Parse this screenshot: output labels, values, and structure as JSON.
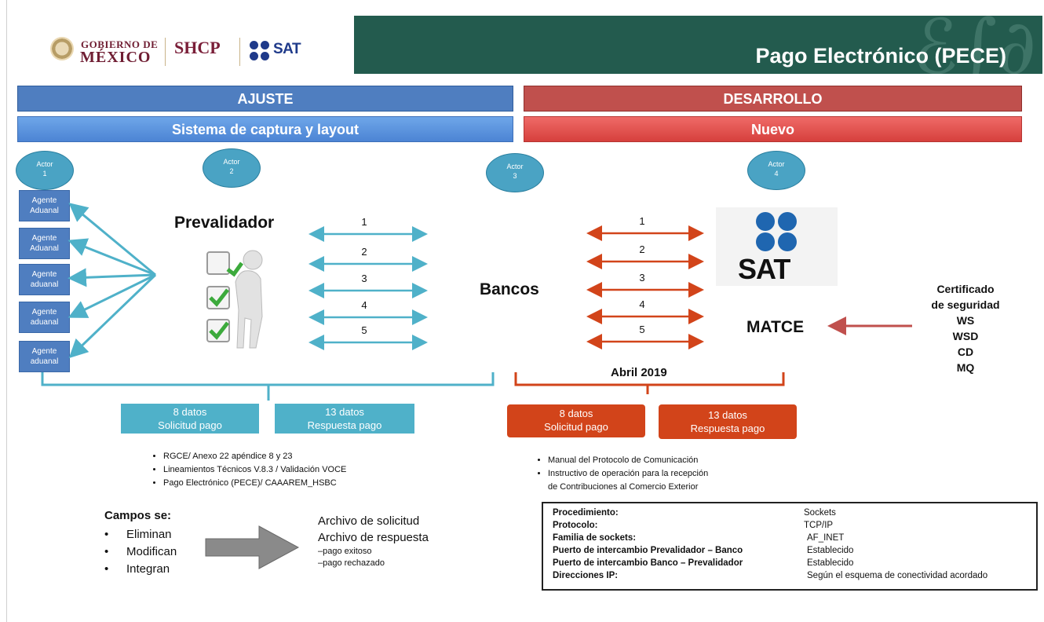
{
  "header": {
    "gob_line1": "GOBIERNO DE",
    "gob_line2": "MÉXICO",
    "shcp": "SHCP",
    "sat": "SAT",
    "title": "Pago Electrónico (PECE)"
  },
  "bars": {
    "ajuste": "AJUSTE",
    "sistema": "Sistema de captura y layout",
    "desarrollo": "DESARROLLO",
    "nuevo": "Nuevo"
  },
  "actors": [
    {
      "label": "Actor",
      "num": "1"
    },
    {
      "label": "Actor",
      "num": "2"
    },
    {
      "label": "Actor",
      "num": "3"
    },
    {
      "label": "Actor",
      "num": "4"
    }
  ],
  "agents": [
    {
      "line1": "Agente",
      "line2": "Aduanal"
    },
    {
      "line1": "Agente",
      "line2": "Aduanal"
    },
    {
      "line1": "Agente",
      "line2": "aduanal"
    },
    {
      "line1": "Agente",
      "line2": "aduanal"
    },
    {
      "line1": "Agente",
      "line2": "aduanal"
    }
  ],
  "prevalidador": "Prevalidador",
  "bancos": "Bancos",
  "matce": "MATCE",
  "sat_logo": "SAT",
  "arrow_numbers_left": [
    "1",
    "2",
    "3",
    "4",
    "5"
  ],
  "arrow_numbers_right": [
    "1",
    "2",
    "3",
    "4",
    "5"
  ],
  "abril": "Abril 2019",
  "datos_blue": [
    {
      "line1": "8 datos",
      "line2": "Solicitud pago"
    },
    {
      "line1": "13 datos",
      "line2": "Respuesta pago"
    }
  ],
  "datos_red": [
    {
      "line1": "8 datos",
      "line2": "Solicitud pago"
    },
    {
      "line1": "13 datos",
      "line2": "Respuesta pago"
    }
  ],
  "refs_left": [
    "RGCE/ Anexo 22 apéndice 8 y 23",
    "Lineamientos Técnicos V.8.3 / Validación VOCE",
    "Pago Electrónico (PECE)/ CAAAREM_HSBC"
  ],
  "refs_right": [
    "Manual del Protocolo de Comunicación",
    "Instructivo de operación para la recepción",
    "de Contribuciones al Comercio Exterior"
  ],
  "campos": {
    "title": "Campos se:",
    "items": [
      "Eliminan",
      "Modifican",
      "Integran"
    ]
  },
  "archivo": {
    "line1": "Archivo de solicitud",
    "line2": "Archivo de respuesta",
    "sub1": "–pago exitoso",
    "sub2": "–pago rechazado"
  },
  "certificado": [
    "Certificado",
    "de seguridad",
    "WS",
    "WSD",
    "CD",
    "MQ"
  ],
  "table": [
    {
      "label": "Procedimiento:",
      "value": "Sockets"
    },
    {
      "label": "Protocolo:",
      "value": "TCP/IP"
    },
    {
      "label": "Familia de sockets:",
      "value": "AF_INET"
    },
    {
      "label": "Puerto de intercambio Prevalidador – Banco",
      "value": "Establecido"
    },
    {
      "label": "Puerto de intercambio Banco – Prevalidador",
      "value": "Establecido"
    },
    {
      "label": "Direcciones IP:",
      "value": "Según el esquema de conectividad acordado"
    }
  ],
  "colors": {
    "blue_flow": "#4fb1c9",
    "red_flow": "#d2441a",
    "banner": "#235b4e"
  }
}
